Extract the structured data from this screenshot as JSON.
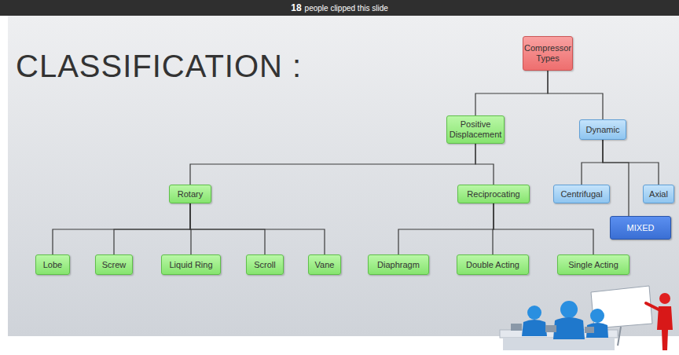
{
  "diagram": {
    "title": "CLASSIFICATION :",
    "nodes": [
      {
        "text": [
          "Compressor Types"
        ]
      },
      {
        "text": [
          "Positive Displacement"
        ]
      },
      {
        "text": [
          "Dynamic"
        ]
      },
      {
        "text": [
          "Rotary"
        ]
      },
      {
        "text": [
          "Reciprocating"
        ]
      },
      {
        "text": [
          "Centrifugal"
        ]
      },
      {
        "text": [
          "Axial"
        ]
      },
      {
        "text": [
          "MIXED"
        ]
      },
      {
        "text": [
          "Lobe"
        ]
      },
      {
        "text": [
          "Screw"
        ]
      },
      {
        "text": [
          "Liquid Ring"
        ]
      },
      {
        "text": [
          "Scroll"
        ]
      },
      {
        "text": [
          "Vane"
        ]
      },
      {
        "text": [
          "Diaphragm"
        ]
      },
      {
        "text": [
          "Double Acting"
        ]
      },
      {
        "text": [
          "Single Acting"
        ]
      }
    ],
    "edges": [
      {
        "from": 0,
        "to": 1,
        "arrow": "none"
      },
      {
        "from": 0,
        "to": 2,
        "arrow": "none"
      },
      {
        "from": 1,
        "to": 3,
        "arrow": "none"
      },
      {
        "from": 1,
        "to": 4,
        "arrow": "none"
      },
      {
        "from": 2,
        "to": 5,
        "arrow": "none"
      },
      {
        "from": 2,
        "to": 6,
        "arrow": "none"
      },
      {
        "from": 2,
        "to": 7,
        "arrow": "none"
      },
      {
        "from": 3,
        "to": 8,
        "arrow": "none"
      },
      {
        "from": 3,
        "to": 9,
        "arrow": "none"
      },
      {
        "from": 3,
        "to": 10,
        "arrow": "none"
      },
      {
        "from": 3,
        "to": 11,
        "arrow": "none"
      },
      {
        "from": 3,
        "to": 12,
        "arrow": "none"
      },
      {
        "from": 4,
        "to": 13,
        "arrow": "none"
      },
      {
        "from": 4,
        "to": 14,
        "arrow": "none"
      },
      {
        "from": 4,
        "to": 15,
        "arrow": "none"
      }
    ],
    "labels": [
      "18",
      "people clipped this slide"
    ]
  }
}
